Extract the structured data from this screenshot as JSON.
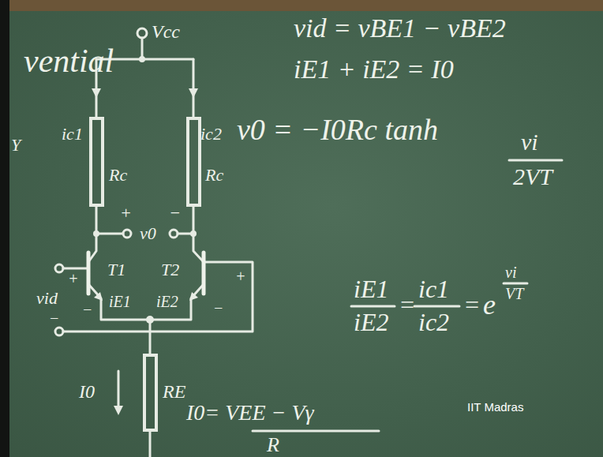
{
  "diagram": {
    "labels": [
      "vential",
      "Y",
      "Vcc",
      "ic1",
      "ic2",
      "Rc",
      "Rc",
      "+",
      "v0",
      "−",
      "T1",
      "T2",
      "+",
      "vid",
      "−",
      "iE1",
      "iE2",
      "−",
      "−",
      "+",
      "I0",
      "RE",
      "I0= VEE − Vγ",
      "R",
      "vid = vBE1 − vBE2",
      "iE1 + iE2 = I0",
      "v0 = −I0Rc tanh",
      "vi",
      "2VT",
      "iE1",
      "iE2",
      "=",
      "ic1",
      "ic2",
      "=",
      "e",
      "vi",
      "VT",
      "IIT Madras"
    ]
  }
}
